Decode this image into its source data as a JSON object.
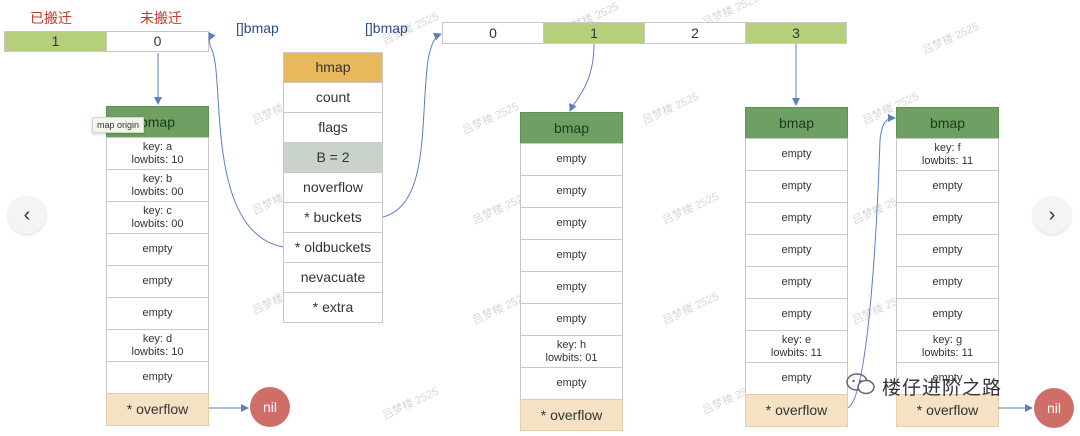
{
  "labels": {
    "migrated": "已搬迁",
    "not_migrated": "未搬迁",
    "old_bmap_array": "[]bmap",
    "new_bmap_array": "[]bmap",
    "tooltip": "map origin",
    "brand": "楼仔进阶之路"
  },
  "old_buckets_array": [
    "1",
    "0"
  ],
  "new_buckets_array": [
    "0",
    "1",
    "2",
    "3"
  ],
  "hmap": {
    "title": "hmap",
    "fields": [
      "count",
      "flags",
      "B = 2",
      "noverflow",
      "* buckets",
      "* oldbuckets",
      "nevacuate",
      "* extra"
    ]
  },
  "buckets": {
    "old0": {
      "header": "bmap",
      "cells": [
        "key: a\nlowbits: 10",
        "key: b\nlowbits: 00",
        "key: c\nlowbits: 00",
        "empty",
        "empty",
        "empty",
        "key: d\nlowbits: 10",
        "empty"
      ],
      "overflow": "* overflow"
    },
    "new1": {
      "header": "bmap",
      "cells": [
        "empty",
        "empty",
        "empty",
        "empty",
        "empty",
        "empty",
        "key: h\nlowbits: 01",
        "empty"
      ],
      "overflow": "* overflow"
    },
    "new3": {
      "header": "bmap",
      "cells": [
        "empty",
        "empty",
        "empty",
        "empty",
        "empty",
        "empty",
        "key: e\nlowbits: 11",
        "empty"
      ],
      "overflow": "* overflow"
    },
    "new3_overflow": {
      "header": "bmap",
      "cells": [
        "key: f\nlowbits: 11",
        "empty",
        "empty",
        "empty",
        "empty",
        "empty",
        "key: g\nlowbits: 11",
        "empty"
      ],
      "overflow": "* overflow"
    }
  },
  "nil_label": "nil",
  "nav": {
    "prev": "‹",
    "next": "›"
  },
  "watermark": "吕梦楼 2525",
  "colors": {
    "bucket_header": "#6ea063",
    "overflow_cell": "#f5e2c4",
    "hmap_header": "#e8b85c",
    "b_field": "#c9d3c9",
    "highlight_slot": "#b5cf7a",
    "nil_circle": "#cf6e66",
    "migrated_label": "#c0392b",
    "array_label": "#2b4a8a",
    "arrow": "#5b7fc2"
  }
}
